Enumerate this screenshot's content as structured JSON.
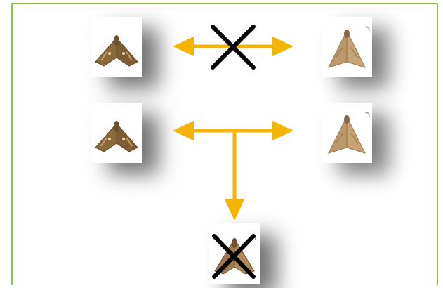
{
  "colors": {
    "frame_border": "#8cc63f",
    "arrow": "#f5b400",
    "cross": "#000000",
    "moth_a_wing": "#8a6a3a",
    "moth_b_wing": "#b8905e"
  },
  "diagram": {
    "rows": [
      {
        "left": "moth-species-a",
        "right": "moth-species-b",
        "relation": "bidirectional-arrow",
        "crossed": true
      },
      {
        "left": "moth-species-a",
        "right": "moth-species-b",
        "relation": "bidirectional-arrow",
        "crossed": false,
        "offspring": "hybrid-moth",
        "offspring_crossed": true
      }
    ]
  }
}
